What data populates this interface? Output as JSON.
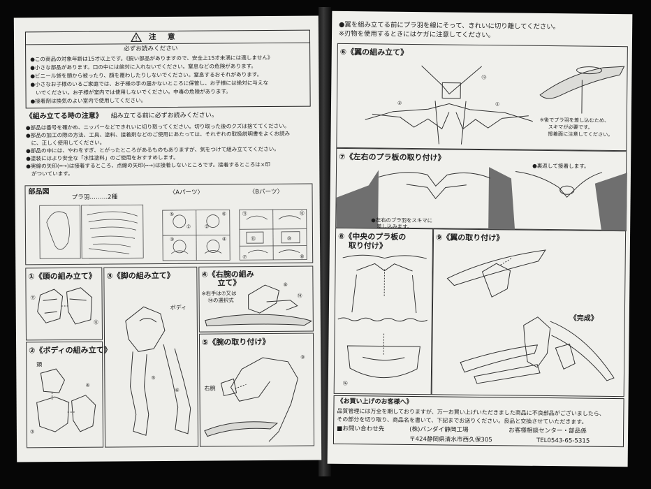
{
  "left": {
    "caution": {
      "title": "注　意",
      "subtitle": "必ずお読みください",
      "lines": [
        "●この商品の対象年齢は15才以上です。《鋭い部品がありますので、安全上15才未満には適しません》",
        "●小さな部品があります。口の中には絶対に入れないでください。窒息などの危険があります。",
        "●ビニール袋を頭から被ったり、顔を覆わしたりしないでください。窒息するおそれがあります。",
        "●小さなお子様のいるご家庭では、お子様の手の届かないところに保管し、お子様には絶対に与えな",
        "　いでください。お子様が室内では使用しないでください。中毒の危険があります。",
        "●接着剤は換気のよい室内で使用してください。"
      ]
    },
    "assembly_notes": {
      "heading": "《組み立てる時の注意》",
      "heading_tail": "組み立てる前に必ずお読みください。",
      "lines": [
        "●部品は番号を確かめ、ニッパーなどできれいに切り取ってください。切り取った後のクズは捨ててください。",
        "●部品の加工の際の方法、工具、塗料、接着剤などのご使用にあたっては、それぞれの取扱説明書をよくお読み",
        "　に、正しく使用してください。",
        "●部品の中には、やわをすぎ、とがったところがあるものもありますが、気をつけて組み立ててください。",
        "●塗装にはより安全な「水性塗料」のご使用をおすすめします。",
        "●実線の矢印(━→)は接着するところ、点線の矢印(┅→)は接着しないところです。接着するところは×印",
        "　がついています。"
      ]
    },
    "parts": {
      "heading": "部品図",
      "feather_label": "プラ羽………2種",
      "a_label": "〈Aパーツ〉",
      "b_label": "〈Bパーツ〉"
    },
    "steps": {
      "s1": "①《頭の組み立て》",
      "s2": "②《ボディの組み立て》",
      "s3": "③《脚の組み立て》",
      "s4a": "④《右腕の組み",
      "s4b": "立て》",
      "s4_note1": "※右手は⑦又は",
      "s4_note2": "⑭の選択式",
      "s5": "⑤《腕の取り付け》",
      "label_body": "ボディ",
      "label_head": "頭",
      "label_rightarm": "右腕"
    }
  },
  "right": {
    "top_note1": "●翼を組み立てる前にプラ羽を線にそって、きれいに切り離してください。",
    "top_note2": "※刃物を使用するときにはケガに注意してください。",
    "s6": "⑥《翼の組み立て》",
    "s6_note": [
      "※後でプラ羽を差し込むため、",
      "スキマが必要です。",
      "接着面に注意してください。"
    ],
    "s7": "⑦《左右のプラ板の取り付け》",
    "s7_note": "●裏返して接着します。",
    "s7_note2": [
      "●左右のプラ羽をスキマに",
      "差し込みます。"
    ],
    "s8a": "⑧《中央のプラ板の",
    "s8b": "取り付け》",
    "s9": "⑨《翼の取り付け》",
    "complete": "《完成》",
    "support": {
      "title": "《お買い上げのお客様へ》",
      "line1": "品質管理には万全を期しておりますが、万一お買い上げいただきました商品に不良部品がございましたら、",
      "line2": "その部分を切り取り、商品名を書いて、下記までお送りください。良品と交換させていただきます。",
      "contact_label": "■お問い合わせ先",
      "company": "(株)バンダイ静岡工場",
      "center": "お客様相談センター・部品係",
      "address": "〒424静岡県清水市西久保305",
      "tel": "TEL0543-65-5315"
    }
  },
  "colors": {
    "background": "#060606",
    "paper": "#eeeeea",
    "ink": "#1d1d1d",
    "gray_fill": "#6f6f6f"
  }
}
